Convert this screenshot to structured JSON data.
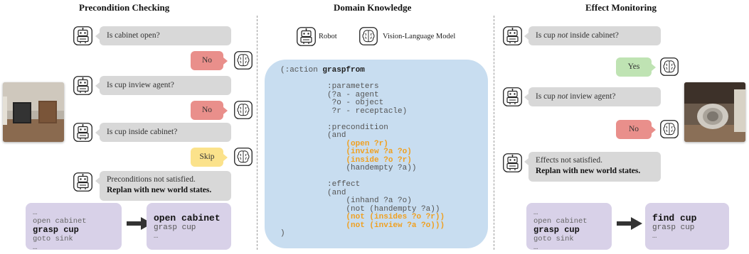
{
  "sections": {
    "precondition": {
      "title": "Precondition Checking"
    },
    "knowledge": {
      "title": "Domain Knowledge"
    },
    "effect": {
      "title": "Effect Monitoring"
    }
  },
  "legend": {
    "robot": "Robot",
    "vlm": "Vision-Language Model"
  },
  "precondition": {
    "questions": [
      "Is cabinet open?",
      "Is cup inview agent?",
      "Is cup inside cabinet?"
    ],
    "answers": [
      "No",
      "No",
      "Skip"
    ],
    "result_line1": "Preconditions not satisfied.",
    "result_line2": "Replan with new world states.",
    "old_plan": [
      "…",
      "open cabinet",
      "grasp cup",
      "goto sink",
      "…"
    ],
    "new_plan": [
      "open cabinet",
      "grasp cup",
      "…"
    ]
  },
  "effect": {
    "q1_prefix": "Is cup ",
    "q1_em": "not",
    "q1_suffix": " inside cabinet?",
    "q2_prefix": "Is cup ",
    "q2_em": "not",
    "q2_suffix": " inview agent?",
    "answers": [
      "Yes",
      "No"
    ],
    "result_line1": "Effects not satisfied.",
    "result_line2": "Replan with new world states.",
    "old_plan": [
      "…",
      "open cabinet",
      "grasp cup",
      "goto sink",
      "…"
    ],
    "new_plan": [
      "find cup",
      "grasp cup",
      "…"
    ]
  },
  "pddl": {
    "action_prefix": "(:action ",
    "action_name": "graspfrom",
    "params_kw": ":parameters",
    "params": [
      "(?a - agent",
      " ?o - object",
      " ?r - receptacle)"
    ],
    "pre_kw": ":precondition",
    "and1": "(and",
    "pre_highlight": [
      "(open ?r)",
      "(inview ?a ?o)",
      "(inside ?o ?r)"
    ],
    "pre_plain": "(handempty ?a))",
    "eff_kw": ":effect",
    "and2": "(and",
    "eff_plain": [
      "(inhand ?a ?o)",
      "(not (handempty ?a))"
    ],
    "eff_highlight": [
      "(not (insides ?o ?r))",
      "(not (inview ?a ?o)))"
    ],
    "close": ")"
  },
  "colors": {
    "no": "#e98f8b",
    "skip": "#fbe28b",
    "yes": "#bfe3b3",
    "pddl_bg": "#c8ddf0",
    "highlight": "#f0a020",
    "plan_bg": "#d8d1e8"
  }
}
